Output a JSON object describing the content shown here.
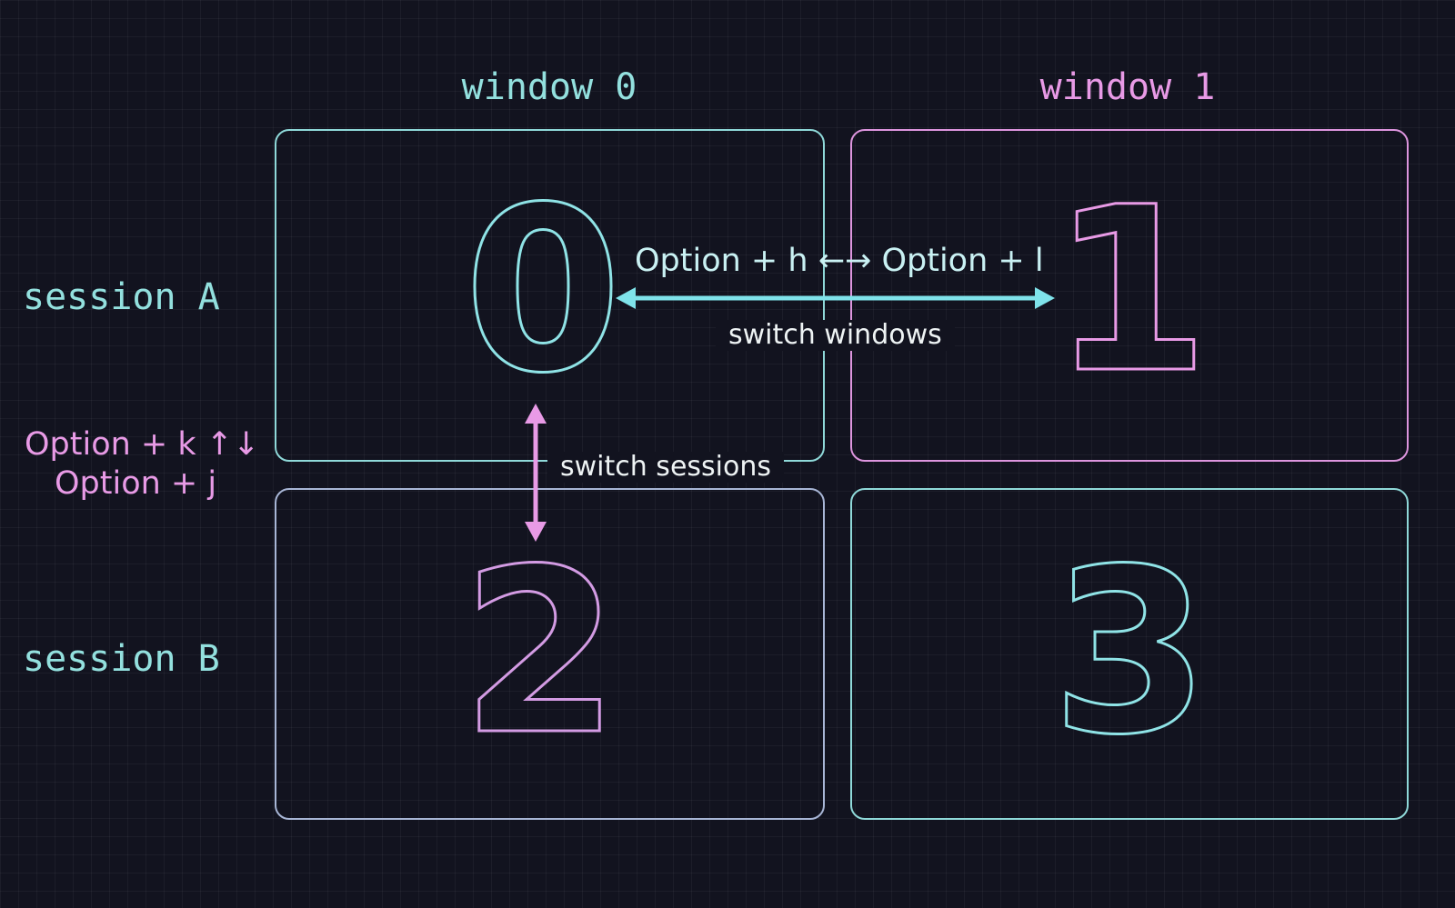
{
  "columns": [
    {
      "label": "window 0",
      "color": "#93e0de"
    },
    {
      "label": "window 1",
      "color": "#e89ae6"
    }
  ],
  "rows": [
    {
      "label": "session A"
    },
    {
      "label": "session B"
    }
  ],
  "panes": [
    "0",
    "1",
    "2",
    "3"
  ],
  "window_switch": {
    "shortcut": "Option + h ←→ Option + l",
    "caption": "switch windows",
    "color": "#7fe3ea"
  },
  "session_switch": {
    "shortcut_line1": "Option + k ↑↓",
    "shortcut_line2": "Option + j",
    "caption": "switch sessions",
    "color": "#e89ae6"
  },
  "colors": {
    "background": "#12131f",
    "teal": "#8fe3e6",
    "pink": "#e89ae6"
  }
}
